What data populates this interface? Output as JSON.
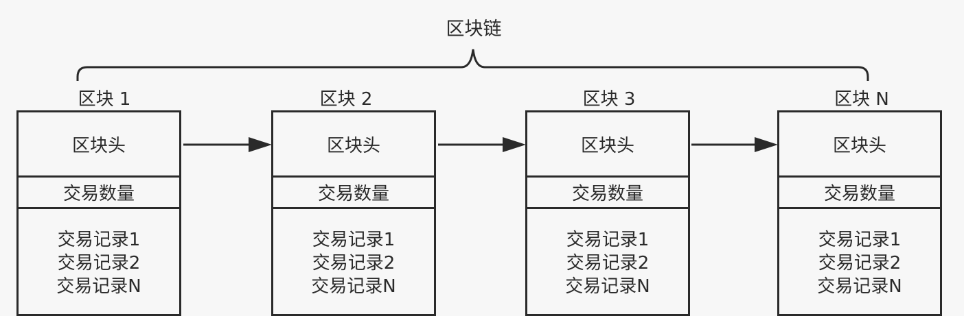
{
  "diagram": {
    "title": "区块链",
    "blocks": [
      {
        "label": "区块 1",
        "header": "区块头",
        "count": "交易数量",
        "records": [
          "交易记录1",
          "交易记录2",
          "交易记录N"
        ]
      },
      {
        "label": "区块 2",
        "header": "区块头",
        "count": "交易数量",
        "records": [
          "交易记录1",
          "交易记录2",
          "交易记录N"
        ]
      },
      {
        "label": "区块 3",
        "header": "区块头",
        "count": "交易数量",
        "records": [
          "交易记录1",
          "交易记录2",
          "交易记录N"
        ]
      },
      {
        "label": "区块 N",
        "header": "区块头",
        "count": "交易数量",
        "records": [
          "交易记录1",
          "交易记录2",
          "交易记录N"
        ]
      }
    ],
    "colors": {
      "stroke": "#2a2a2a",
      "background": "#f7f7f7"
    }
  }
}
